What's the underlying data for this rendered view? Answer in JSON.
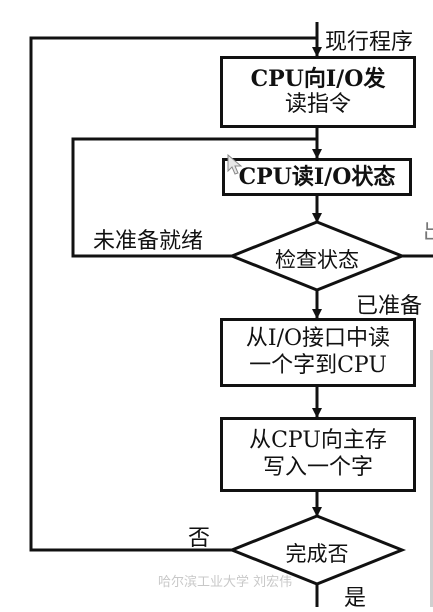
{
  "flowchart": {
    "entry_label": "现行程序",
    "box_send_line1": "CPU向I/O发",
    "box_send_line2": "读指令",
    "box_read_status": "CPU读I/O状态",
    "diamond_check": "检查状态",
    "label_not_ready": "未准备就绪",
    "label_ready": "已准备",
    "label_error_cut": "出",
    "box_read_word_line1": "从I/O接口中读",
    "box_read_word_line2": "一个字到CPU",
    "box_write_line1": "从CPU向主存",
    "box_write_line2": "写入一个字",
    "diamond_done": "完成否",
    "label_no": "否",
    "label_yes": "是"
  },
  "watermark": "哈尔滨工业大学 刘宏伟"
}
